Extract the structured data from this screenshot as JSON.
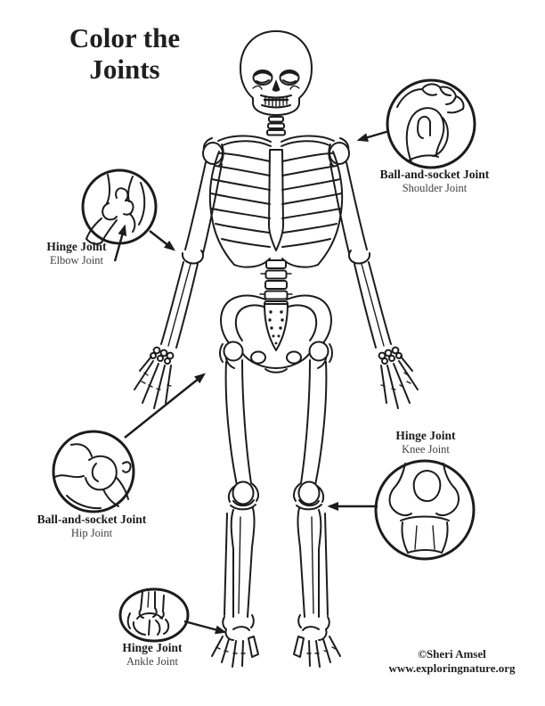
{
  "page": {
    "title": {
      "line1": "Color the",
      "line2": "Joints"
    }
  },
  "figure": {
    "subject": "Human skeleton, front view, black-and-white line drawing"
  },
  "callouts": {
    "shoulder": {
      "type": "Ball-and-socket Joint",
      "joint": "Shoulder Joint"
    },
    "elbow": {
      "type": "Hinge Joint",
      "joint": "Elbow Joint"
    },
    "hip": {
      "type": "Ball-and-socket Joint",
      "joint": "Hip Joint"
    },
    "knee": {
      "type": "Hinge Joint",
      "joint": "Knee Joint"
    },
    "ankle": {
      "type": "Hinge Joint",
      "joint": "Ankle Joint"
    }
  },
  "footer": {
    "credit": "©Sheri Amsel",
    "website": "www.exploringnature.org"
  },
  "colors": {
    "ink": "#1c1c1c",
    "background": "#ffffff",
    "secondary_text": "#3f3f3f"
  }
}
